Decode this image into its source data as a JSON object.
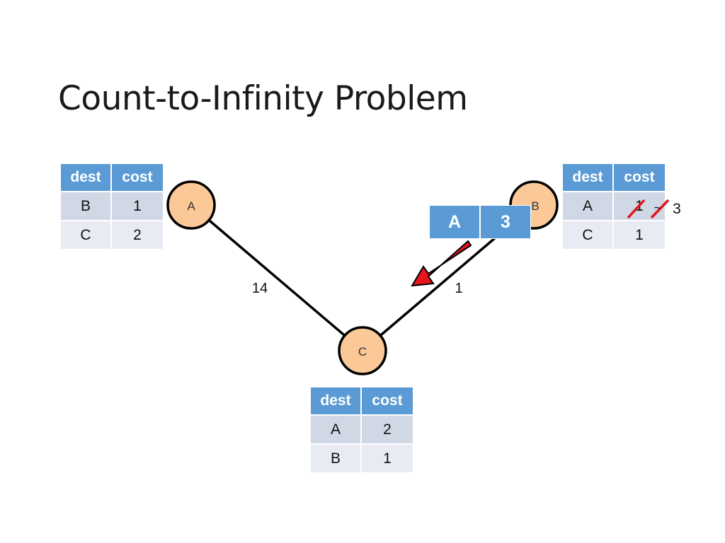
{
  "slide": {
    "title": "Count-to-Infinity Problem"
  },
  "nodes": {
    "a": "A",
    "b": "B",
    "c": "C"
  },
  "edges": {
    "a_c_cost": "14",
    "b_c_cost": "1"
  },
  "table_headers": {
    "dest": "dest",
    "cost": "cost"
  },
  "tables": {
    "a": [
      {
        "dest": "B",
        "cost": "1"
      },
      {
        "dest": "C",
        "cost": "2"
      }
    ],
    "b": [
      {
        "dest": "A",
        "old_cost": "1",
        "new_cost": "3"
      },
      {
        "dest": "C",
        "cost": "1"
      }
    ],
    "c": [
      {
        "dest": "A",
        "cost": "2"
      },
      {
        "dest": "B",
        "cost": "1"
      }
    ]
  },
  "message": {
    "dest": "A",
    "cost": "3"
  },
  "colors": {
    "node_fill": "#fbc997",
    "header_fill": "#5b9bd5",
    "row_dark": "#d0d7e5",
    "row_light": "#e9ebf4",
    "arrow_fill": "#e8151b",
    "strike": "#e8151b"
  }
}
